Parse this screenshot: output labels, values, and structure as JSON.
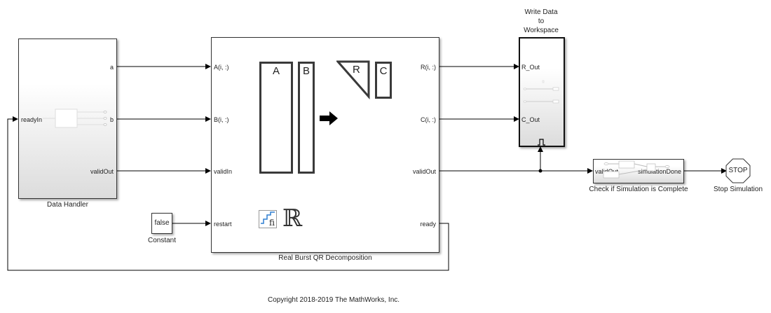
{
  "diagram": {
    "type": "simulink-model",
    "copyright": "Copyright 2018-2019 The MathWorks, Inc."
  },
  "blocks": {
    "data_handler": {
      "name": "Data Handler",
      "inputs": [
        "readyIn"
      ],
      "outputs": [
        "a",
        "b",
        "validOut"
      ]
    },
    "qr": {
      "name": "Real Burst QR Decomposition",
      "inputs": [
        "A(i, :)",
        "B(i, :)",
        "validIn",
        "restart"
      ],
      "outputs": [
        "R(i, :)",
        "C(i, :)",
        "validOut",
        "ready"
      ],
      "icon": {
        "matrix_a": "A",
        "matrix_b": "B",
        "matrix_r": "R",
        "matrix_c": "C",
        "real_symbol": "ℝ",
        "fixed_point_label": "fi"
      }
    },
    "constant": {
      "name": "Constant",
      "value": "false"
    },
    "write_data": {
      "name_lines": [
        "Write Data",
        "to",
        "Workspace"
      ],
      "inputs": [
        "R_Out",
        "C_Out"
      ],
      "trigger_icon": "pulse-trigger"
    },
    "check_complete": {
      "name": "Check if Simulation is Complete",
      "inputs": [
        "validOut"
      ],
      "outputs": [
        "simulationDone"
      ]
    },
    "stop": {
      "name": "Stop Simulation",
      "label": "STOP"
    }
  }
}
